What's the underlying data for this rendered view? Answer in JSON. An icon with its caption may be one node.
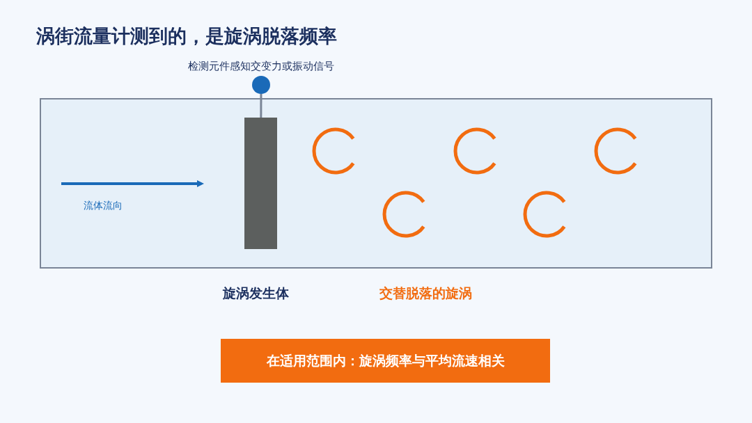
{
  "diagram": {
    "title": "涡街流量计测到的，是旋涡脱落频率",
    "nodes": [
      {
        "text": [],
        "shape": "circle",
        "beside": [
          "检测元件感知交变力或振动信号"
        ]
      },
      {
        "text": [],
        "shape": "box"
      },
      {
        "text": [],
        "shape": "bar",
        "in": 1
      },
      {
        "text": [],
        "shape": "arc",
        "in": 1
      },
      {
        "text": [],
        "shape": "arc",
        "in": 1
      },
      {
        "text": [],
        "shape": "arc",
        "in": 1
      },
      {
        "text": [],
        "shape": "arc",
        "in": 1
      },
      {
        "text": [],
        "shape": "arc",
        "in": 1
      },
      {
        "text": [
          "在适用范围内：旋涡频率与平均流速相关"
        ]
      }
    ],
    "edges": [
      {
        "from": 0,
        "to": 2,
        "arrow": "none"
      }
    ],
    "labels": [
      "流体流向",
      "旋涡发生体",
      "交替脱落的旋涡"
    ]
  }
}
